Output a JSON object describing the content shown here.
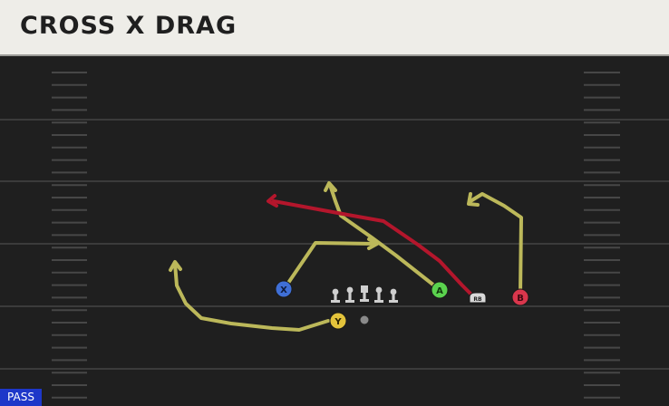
{
  "play": {
    "title": "CROSS X DRAG",
    "type_badge": "PASS"
  },
  "players": [
    {
      "id": "X",
      "label": "X",
      "color": "#3f6fd6",
      "text_color": "#0e1a3a"
    },
    {
      "id": "Y",
      "label": "Y",
      "color": "#e3c33b",
      "text_color": "#2b2200"
    },
    {
      "id": "A",
      "label": "A",
      "color": "#5bd24e",
      "text_color": "#113a0c"
    },
    {
      "id": "B",
      "label": "B",
      "color": "#d9364c",
      "text_color": "#3d0810"
    },
    {
      "id": "RB",
      "label": "RB",
      "color": "#d9d9d9",
      "text_color": "#222222"
    }
  ],
  "colors": {
    "route_primary": "#bcb85a",
    "route_highlight": "#b4162c",
    "field": "#1f1f1f",
    "yard_line": "#3b3b3b",
    "hash": "#474747",
    "lineman": "#cfcfcf",
    "ball": "#8a8a8a"
  }
}
